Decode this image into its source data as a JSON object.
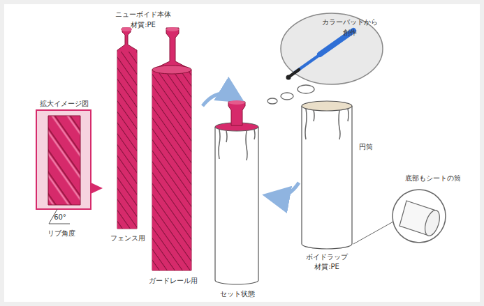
{
  "diagram": {
    "nodes": [
      {
        "text": [
          "拡大イメージ図"
        ]
      },
      {
        "text": [
          "カラーバットから 創作"
        ]
      },
      {
        "text": [
          "底部もシートの筒"
        ]
      }
    ],
    "labels": [
      "ニューボイド本体",
      "材質:PE",
      "60°",
      "リブ角度",
      "フェンス用",
      "ガードレール用",
      "円筒",
      "セット状態",
      "ボイドラップ",
      "材質:PE"
    ]
  }
}
